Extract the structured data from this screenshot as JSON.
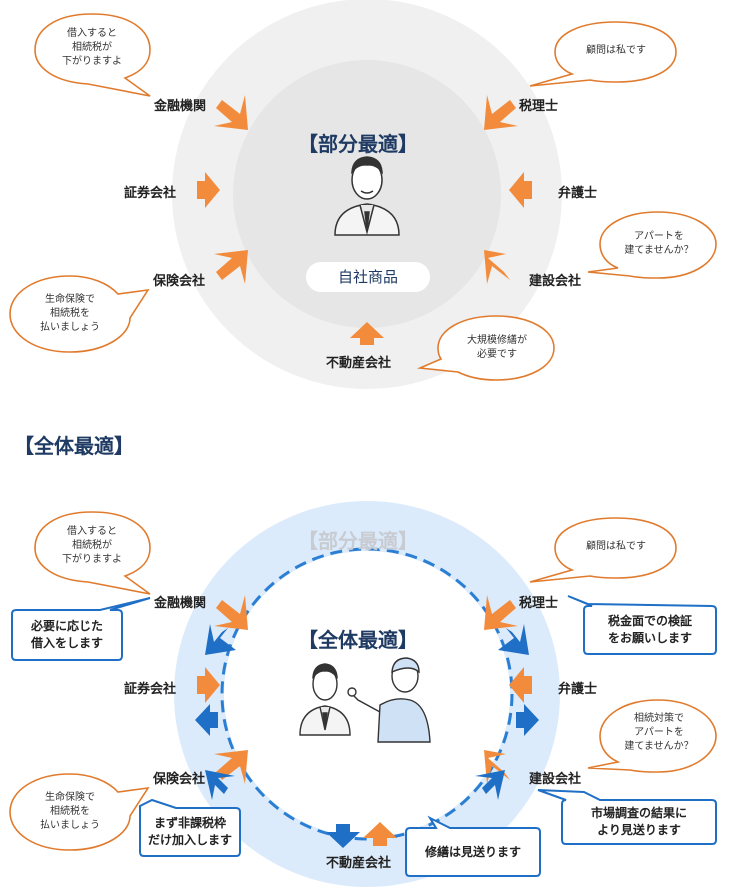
{
  "top": {
    "title": "【部分最適】",
    "product": "自社商品",
    "labels": {
      "finance": "金融機関",
      "securities": "証券会社",
      "insurance": "保険会社",
      "tax": "税理士",
      "lawyer": "弁護士",
      "construction": "建設会社",
      "realestate": "不動産会社"
    },
    "bubbles": {
      "finance": "借入すると\n相続税が\n下がりますよ",
      "tax": "顧問は私です",
      "construction": "アパートを\n建てませんか？",
      "insurance": "生命保険で\n相続税を\n払いましょう",
      "realestate": "大規模修繕が\n必要です"
    }
  },
  "section_heading": "【全体最適】",
  "bottom": {
    "ghost_title": "【部分最適】",
    "title": "【全体最適】",
    "labels": {
      "finance": "金融機関",
      "securities": "証券会社",
      "insurance": "保険会社",
      "tax": "税理士",
      "lawyer": "弁護士",
      "construction": "建設会社",
      "realestate": "不動産会社"
    },
    "bubbles": {
      "finance": "借入すると\n相続税が\n下がりますよ",
      "tax": "顧問は私です",
      "construction": "相続対策で\nアパートを\n建てませんか？",
      "insurance": "生命保険で\n相続税を\n払いましょう"
    },
    "boxes": {
      "finance": "必要に応じた\n借入をします",
      "tax": "税金面での検証\nをお願いします",
      "construction": "市場調査の結果に\nより見送ります",
      "insurance": "まず非課税枠\nだけ加入します",
      "realestate": "修繕は見送ります"
    }
  },
  "colors": {
    "orange": "#f28c3c",
    "blue": "#1f6fc6",
    "navy": "#1f3b63",
    "gray_ring": "#f0f0f0",
    "light_blue": "#dcebfb"
  }
}
